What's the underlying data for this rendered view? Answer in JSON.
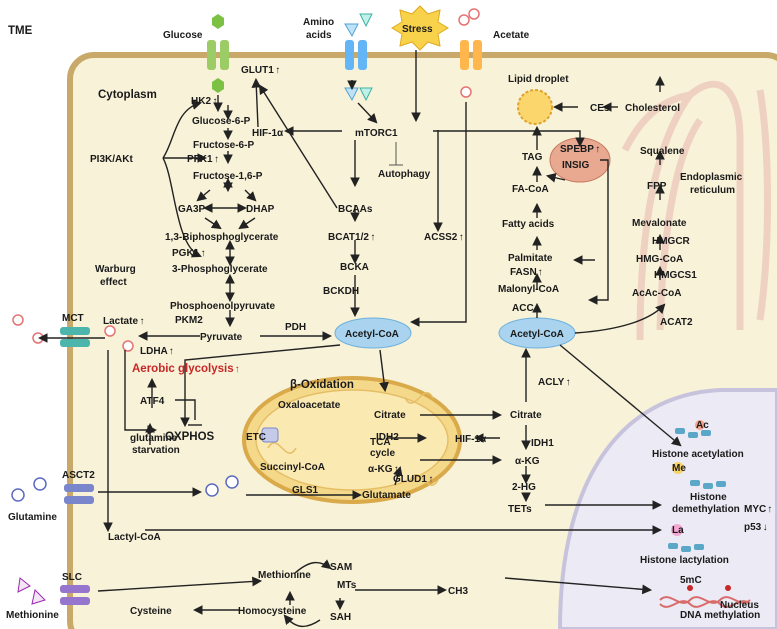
{
  "regions": {
    "tme": "TME",
    "cytoplasm": "Cytoplasm",
    "er": [
      "Endoplasmic",
      "reticulum"
    ],
    "nucleus": "Nucleus",
    "warburg": [
      "Warburg",
      "effect"
    ],
    "lipid_droplet": "Lipid droplet"
  },
  "inputs": {
    "glucose": "Glucose",
    "amino_acids": [
      "Amino",
      "acids"
    ],
    "stress": "Stress",
    "acetate": "Acetate",
    "glutamine": "Glutamine",
    "methionine": "Methionine"
  },
  "transporters": {
    "glut1": "GLUT1",
    "mct": "MCT",
    "asct2": "ASCT2",
    "slc": "SLC"
  },
  "glycolysis": {
    "hk2": "HK2",
    "g6p": "Glucose-6-P",
    "f6p": "Fructose-6-P",
    "pfk1": "PFK1",
    "f16p": "Fructose-1,6-P",
    "ga3p": "GA3P",
    "dhap": "DHAP",
    "bpg": "1,3-Biphosphoglycerate",
    "pgk1": "PGK1",
    "pg3": "3-Phosphoglycerate",
    "pep": "Phosphoenolpyruvate",
    "pkm2": "PKM2",
    "pyruvate": "Pyruvate",
    "pi3k": "PI3K/AKt",
    "lactate": "Lactate",
    "ldha": "LDHA",
    "aerobic": "Aerobic glycolysis",
    "atf4": "ATF4",
    "gln_starv": [
      "glutamine",
      "starvation"
    ],
    "oxphos": "OXPHOS",
    "lactyl": "Lactyl-CoA"
  },
  "amino": {
    "hif1a": "HIF-1α",
    "mtorc1": "mTORC1",
    "autophagy": "Autophagy",
    "bcaas": "BCAAs",
    "bcat": "BCAT1/2",
    "bcka": "BCKA",
    "bckdh": "BCKDH",
    "pdh": "PDH",
    "acss2": "ACSS2"
  },
  "acetyl": {
    "left": "Acetyl-CoA",
    "right": "Acetyl-CoA"
  },
  "mito": {
    "beta_ox": "β-Oxidation",
    "oxaloacetate": "Oxaloacetate",
    "citrate": "Citrate",
    "tca": [
      "TCA",
      "cycle"
    ],
    "succinyl": "Succinyl-CoA",
    "akg": "α-KG",
    "idh2": "IDH2",
    "glud1": "GLUD1",
    "glutamate": "Glutamate",
    "etc": "ETC",
    "gls1": "GLS1"
  },
  "cyto_right": {
    "citrate": "Citrate",
    "acly": "ACLY",
    "hif1a": "HIF-1α",
    "idh1": "IDH1",
    "akg": "α-KG",
    "hg2": "2-HG",
    "tets": "TETs"
  },
  "lipid": {
    "tag": "TAG",
    "facoa": "FA-CoA",
    "fatty": "Fatty acids",
    "palmitate": "Palmitate",
    "fasn": "FASN",
    "malonyl": "Malonyl-CoA",
    "acc": "ACC",
    "spebp": "SPEBP",
    "insig": "INSIG",
    "ces": "CEs",
    "cholesterol": "Cholesterol",
    "squalene": "Squalene",
    "fpp": "FPP",
    "mevalonate": "Mevalonate",
    "hmgcr": "HMGCR",
    "hmgcoa": "HMG-CoA",
    "hmgcs1": "HMGCS1",
    "acac": "AcAc-CoA",
    "acat2": "ACAT2"
  },
  "methionine_cycle": {
    "methionine": "Methionine",
    "sam": "SAM",
    "mts": "MTs",
    "sah": "SAH",
    "homocysteine": "Homocysteine",
    "cysteine": "Cysteine",
    "ch3": "CH3"
  },
  "nuclear": {
    "ac": "Ac",
    "acetylation": "Histone acetylation",
    "me": "Me",
    "demethylation": [
      "Histone",
      "demethylation"
    ],
    "la": "La",
    "lactylation": "Histone lactylation",
    "fivemc": "5mC",
    "dna_meth": "DNA methylation",
    "myc": "MYC",
    "p53": "p53"
  },
  "colors": {
    "cell_fill": "#f7f2d8",
    "cell_border": "#c9a96a",
    "mito_fill": "#f5d98b",
    "nucleus_fill": "#ecebf5",
    "acetyl_fill": "#a9d3ee",
    "highlight_red": "#c62828"
  }
}
